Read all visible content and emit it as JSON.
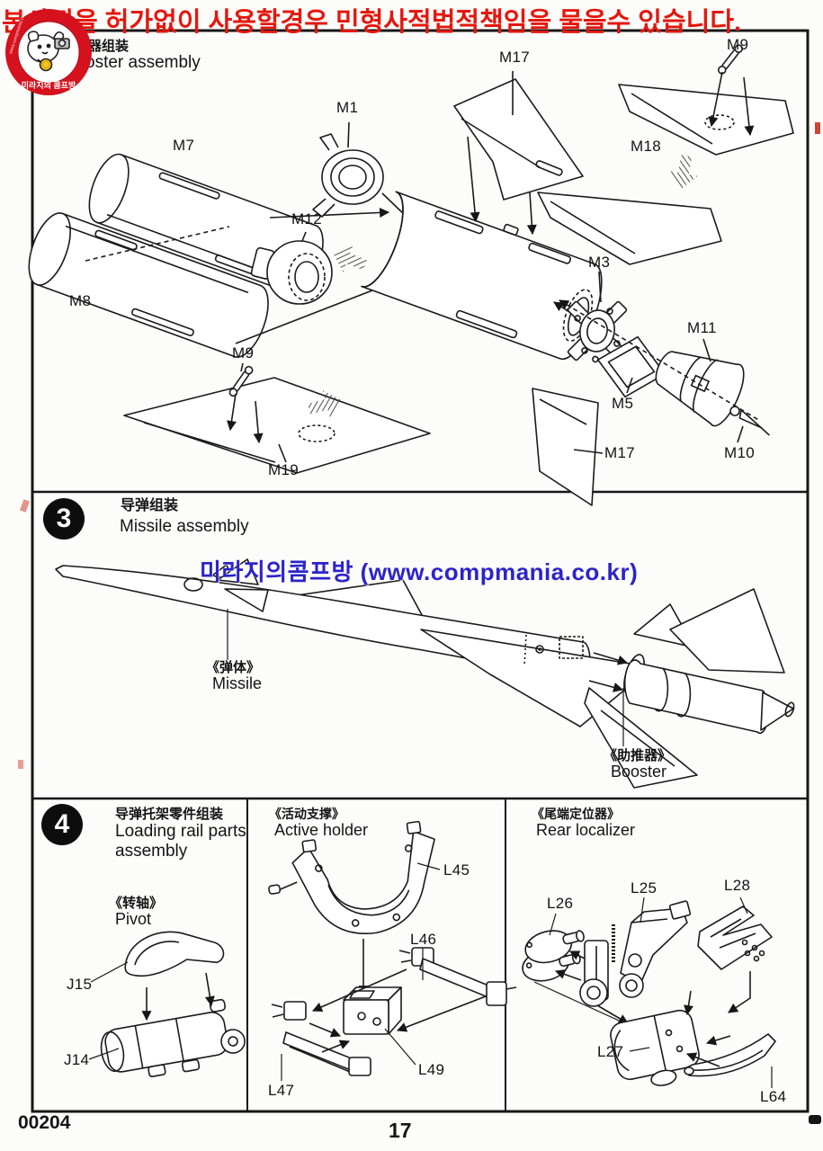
{
  "banner": {
    "text": "본사진을 허가없이 사용할경우 민형사적법적책임을 물을수 있습니다."
  },
  "logo": {
    "ring_bottom": "미라지의 콤프방",
    "ring_left": "www.compmania.co.kr"
  },
  "watermark": {
    "text": "미라지의콤프방 (www.compmania.co.kr)"
  },
  "step2": {
    "title_zh_visible": "器组装",
    "title_en_visible": "oster assembly",
    "labels": {
      "m7": "M7",
      "m1": "M1",
      "m12": "M12",
      "m8": "M8",
      "m17_top": "M17",
      "m9_top": "M9",
      "m18": "M18",
      "m3": "M3",
      "m5": "M5",
      "m11": "M11",
      "m10": "M10",
      "m17_bottom": "M17",
      "m9_left": "M9",
      "m19": "M19"
    }
  },
  "step3": {
    "number": "3",
    "title_zh": "导弹组装",
    "title_en": "Missile assembly",
    "missile_zh": "《弹体》",
    "missile_en": "Missile",
    "booster_zh": "《助推器》",
    "booster_en": "Booster"
  },
  "step4": {
    "number": "4",
    "title_zh": "导弹托架零件组装",
    "title_en_line1": "Loading rail parts",
    "title_en_line2": "assembly",
    "pivot_zh": "《转轴》",
    "pivot_en": "Pivot",
    "labels": {
      "j15": "J15",
      "j14": "J14"
    }
  },
  "active_holder": {
    "title_zh": "《活动支撑》",
    "title_en": "Active holder",
    "labels": {
      "l45": "L45",
      "l46": "L46",
      "l49": "L49",
      "l47": "L47"
    }
  },
  "rear_localizer": {
    "title_zh": "《尾端定位器》",
    "title_en": "Rear localizer",
    "labels": {
      "l26": "L26",
      "l25": "L25",
      "l28": "L28",
      "l27": "L27",
      "l64": "L64"
    }
  },
  "footer": {
    "kit_number": "00204",
    "page_number": "17"
  },
  "colors": {
    "banner_red": "#e5170d",
    "watermark_blue": "#2c23cb",
    "line": "#161616",
    "logo_red": "#d5121e"
  }
}
